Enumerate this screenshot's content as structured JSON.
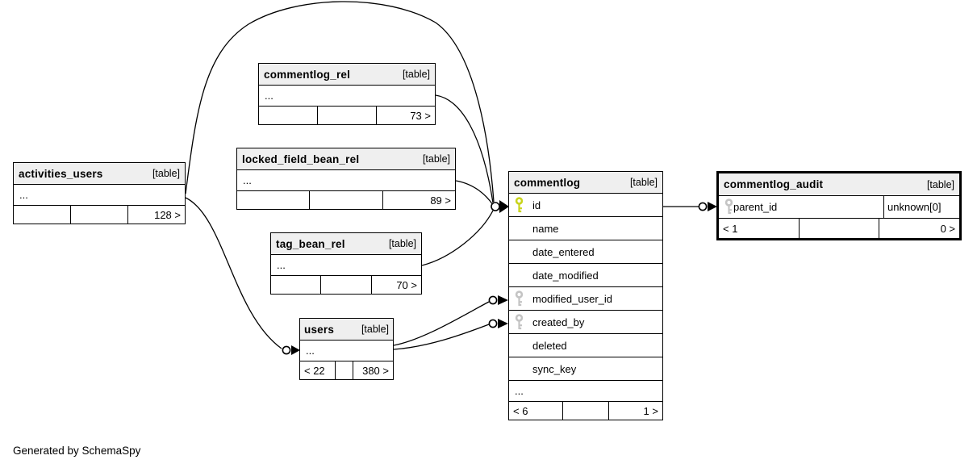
{
  "footer_note": "Generated by SchemaSpy",
  "colors": {
    "pk_key": "#c9d41d",
    "fk_key": "#c4c4c4",
    "header_bg": "#efefef",
    "line": "#000000"
  },
  "tables": {
    "activities_users": {
      "name": "activities_users",
      "type_label": "[table]",
      "ellipsis": "...",
      "footer": {
        "left": "",
        "mid": "",
        "right": "128 >"
      }
    },
    "commentlog_rel": {
      "name": "commentlog_rel",
      "type_label": "[table]",
      "ellipsis": "...",
      "footer": {
        "left": "",
        "mid": "",
        "right": "73 >"
      }
    },
    "locked_field_bean_rel": {
      "name": "locked_field_bean_rel",
      "type_label": "[table]",
      "ellipsis": "...",
      "footer": {
        "left": "",
        "mid": "",
        "right": "89 >"
      }
    },
    "tag_bean_rel": {
      "name": "tag_bean_rel",
      "type_label": "[table]",
      "ellipsis": "...",
      "footer": {
        "left": "",
        "mid": "",
        "right": "70 >"
      }
    },
    "users": {
      "name": "users",
      "type_label": "[table]",
      "ellipsis": "...",
      "footer": {
        "left": "< 22",
        "mid": "",
        "right": "380 >"
      }
    },
    "commentlog": {
      "name": "commentlog",
      "type_label": "[table]",
      "ellipsis": "...",
      "columns": [
        {
          "name": "id",
          "key": "pk"
        },
        {
          "name": "name",
          "key": ""
        },
        {
          "name": "date_entered",
          "key": ""
        },
        {
          "name": "date_modified",
          "key": ""
        },
        {
          "name": "modified_user_id",
          "key": "fk"
        },
        {
          "name": "created_by",
          "key": "fk"
        },
        {
          "name": "deleted",
          "key": ""
        },
        {
          "name": "sync_key",
          "key": ""
        }
      ],
      "footer": {
        "left": "< 6",
        "mid": "",
        "right": "1 >"
      }
    },
    "commentlog_audit": {
      "name": "commentlog_audit",
      "type_label": "[table]",
      "columns": [
        {
          "name": "parent_id",
          "key": "fk",
          "extra": "unknown[0]"
        }
      ],
      "footer": {
        "left": "< 1",
        "mid": "",
        "right": "0 >"
      }
    }
  }
}
